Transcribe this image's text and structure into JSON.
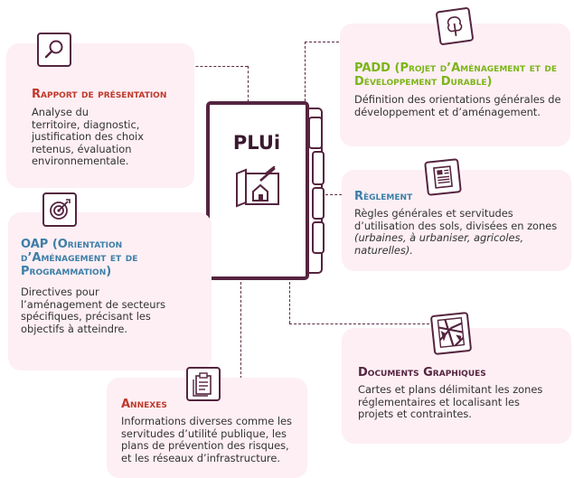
{
  "center": {
    "title": "PLUi",
    "icon": "building-plan-icon"
  },
  "rapport": {
    "title": "Rapport de présentation",
    "body": [
      "Analyse du",
      "territoire, diagnostic,",
      "justification des choix",
      "retenus, évaluation",
      "environnementale."
    ],
    "icon": "magnifier-icon",
    "title_color": "#c0392b"
  },
  "padd": {
    "title_lines": [
      "PADD (Projet d’Aménagement et de",
      "Développement Durable)"
    ],
    "body": [
      "Définition des orientations générales de",
      "développement et d’aménagement."
    ],
    "icon": "tree-icon",
    "title_color": "#7cb518"
  },
  "reglement": {
    "title": "Règlement",
    "body_lines": [
      "Règles générales et servitudes",
      "d’utilisation des sols, divisées en zones"
    ],
    "body_italic": [
      "(urbaines, à urbaniser, agricoles,",
      "naturelles)."
    ],
    "italic_suffix": ".",
    "icon": "document-icon",
    "title_color": "#3c7fa8"
  },
  "oap": {
    "title_lines": [
      "OAP (Orientation",
      "d’Aménagement et de",
      "Programmation)"
    ],
    "body": [
      "Directives pour",
      "l’aménagement de secteurs",
      "spécifiques, précisant les",
      "objectifs à atteindre."
    ],
    "icon": "target-icon",
    "title_color": "#3c7fa8"
  },
  "documents": {
    "title": "Documents Graphiques",
    "body": [
      "Cartes et plans délimitant les zones",
      "réglementaires et localisant les",
      "projets et contraintes."
    ],
    "icon": "map-icon",
    "title_color": "#55243f"
  },
  "annexes": {
    "title": "Annexes",
    "body": [
      "Informations diverses comme les",
      "servitudes d’utilité publique, les",
      "plans de prévention des risques,",
      "et les réseaux d’infrastructure."
    ],
    "icon": "clipboard-icon",
    "title_color": "#c0392b"
  }
}
